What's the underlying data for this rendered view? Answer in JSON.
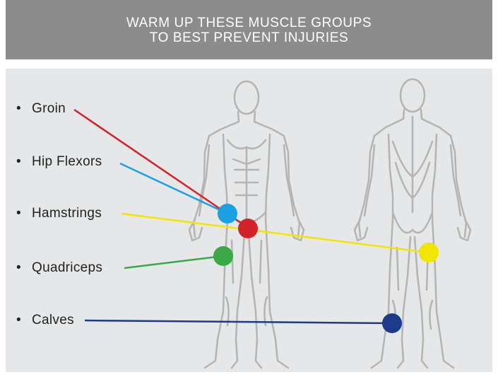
{
  "header": {
    "line1": "WARM UP THESE MUSCLE GROUPS",
    "line2": "TO BEST PREVENT INJURIES"
  },
  "muscles": [
    {
      "label": "Groin",
      "color": "#d2232a"
    },
    {
      "label": "Hip Flexors",
      "color": "#1ba1e2"
    },
    {
      "label": "Hamstrings",
      "color": "#f2e500"
    },
    {
      "label": "Quadriceps",
      "color": "#3aa845"
    },
    {
      "label": "Calves",
      "color": "#1e3a8a"
    }
  ],
  "bullet": "•"
}
